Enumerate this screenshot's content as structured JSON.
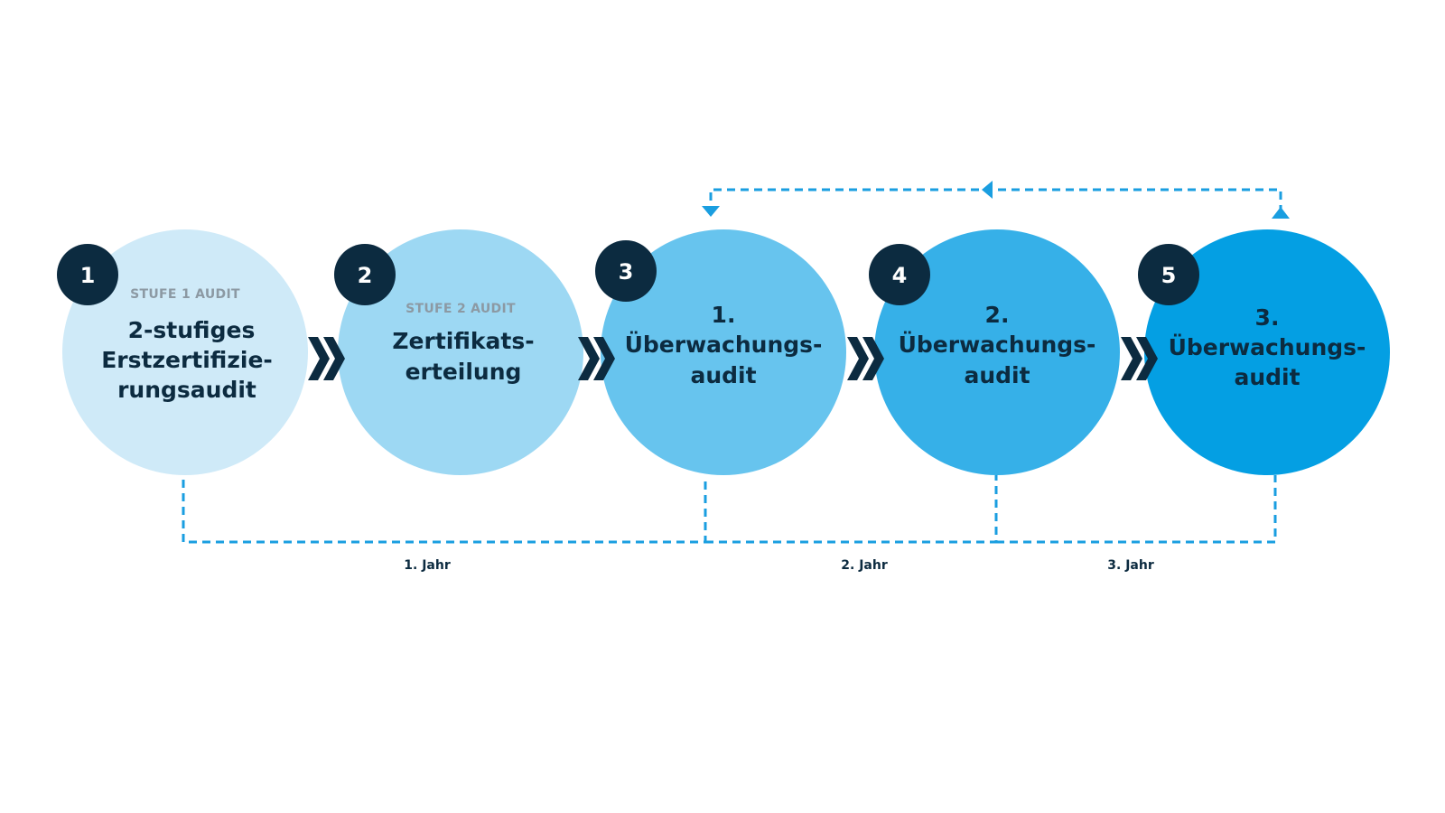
{
  "steps": [
    {
      "number": "1",
      "stage_label": "STUFE 1 AUDIT",
      "lines": [
        "2-stufiges",
        "Erstzertifizie-",
        "rungsaudit"
      ],
      "color": "#cfeaf8"
    },
    {
      "number": "2",
      "stage_label": "STUFE 2 AUDIT",
      "lines": [
        "Zertifikats-",
        "erteilung"
      ],
      "color": "#9dd8f3"
    },
    {
      "number": "3",
      "stage_label": "",
      "lines": [
        "1.",
        "Überwachungs-",
        "audit"
      ],
      "color": "#67c4ee"
    },
    {
      "number": "4",
      "stage_label": "",
      "lines": [
        "2.",
        "Überwachungs-",
        "audit"
      ],
      "color": "#36b0e8"
    },
    {
      "number": "5",
      "stage_label": "",
      "lines": [
        "3.",
        "Überwachungs-",
        "audit"
      ],
      "color": "#049fe3"
    }
  ],
  "years": [
    {
      "label": "1. Jahr"
    },
    {
      "label": "2. Jahr"
    },
    {
      "label": "3. Jahr"
    }
  ],
  "colors": {
    "badge": "#0c2b40",
    "chevron": "#0c2b40",
    "dashed_line": "#1a9ee0",
    "text": "#0c2b40",
    "stage_label": "#8c99a3"
  },
  "icons": {
    "chevron": "double-chevron-right-icon",
    "arrow_down": "arrow-down-icon",
    "arrow_up": "arrow-up-icon",
    "arrow_left": "arrow-left-icon"
  }
}
